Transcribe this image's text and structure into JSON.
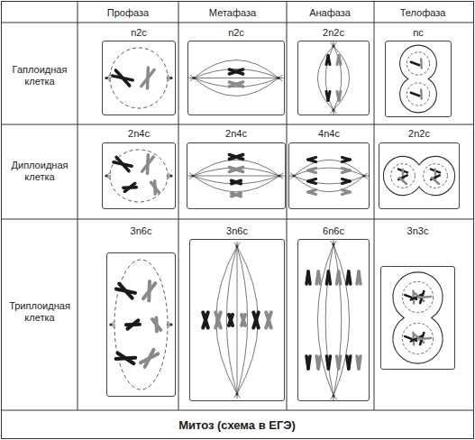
{
  "diagram": {
    "caption": "Митоз (схема в ЕГЭ)",
    "nodes": [
      {
        "text": [
          "n2c"
        ]
      },
      {
        "text": [
          "n2c"
        ]
      },
      {
        "text": [
          "2n2c"
        ]
      },
      {
        "text": [
          "nc"
        ]
      },
      {
        "text": [
          "2n4c"
        ]
      },
      {
        "text": [
          "2n4c"
        ]
      },
      {
        "text": [
          "4n4c"
        ]
      },
      {
        "text": [
          "2n2c"
        ]
      },
      {
        "text": [
          "3n6c"
        ]
      },
      {
        "text": [
          "3n6c"
        ]
      },
      {
        "text": [
          "6n6c"
        ]
      },
      {
        "text": [
          "3n3c"
        ]
      }
    ],
    "labels": [
      "Профаза",
      "Метафаза",
      "Анафаза",
      "Телофаза",
      "Гаплоидная клетка",
      "Диплоидная клетка",
      "Триплоидная клетка"
    ]
  }
}
